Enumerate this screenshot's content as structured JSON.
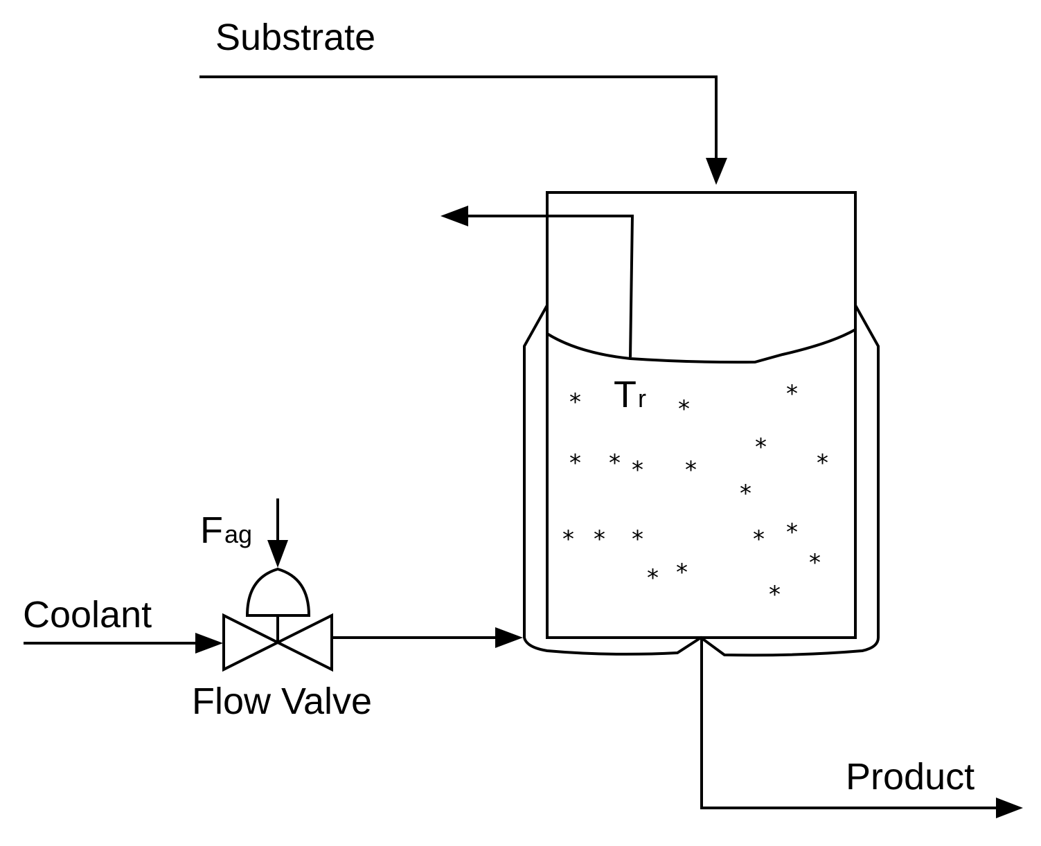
{
  "labels": {
    "substrate": "Substrate",
    "coolant": "Coolant",
    "flow_valve": "Flow Valve",
    "product": "Product",
    "temperature_main": "T",
    "temperature_sub": "r",
    "flow_main": "F",
    "flow_sub": "ag"
  },
  "particle_symbol": "*",
  "colors": {
    "stroke": "#000000",
    "background": "#ffffff"
  }
}
